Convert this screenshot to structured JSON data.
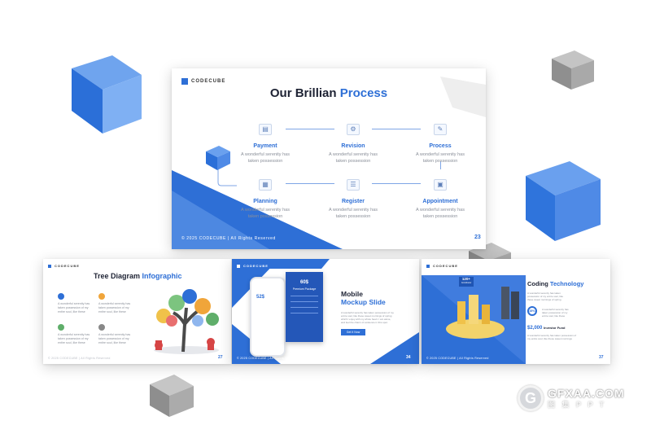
{
  "main_slide": {
    "brand": "CODECUBE",
    "title_plain": "Our Brillian ",
    "title_accent": "Process",
    "steps": [
      {
        "name": "Payment",
        "desc1": "A wonderful serenity has",
        "desc2": "taken possession"
      },
      {
        "name": "Revision",
        "desc1": "A wonderful serenity has",
        "desc2": "taken possession"
      },
      {
        "name": "Process",
        "desc1": "A wonderful serenity has",
        "desc2": "taken possession"
      },
      {
        "name": "Planning",
        "desc1": "A wonderful serenity has",
        "desc2": "taken possession"
      },
      {
        "name": "Register",
        "desc1": "A wonderful serenity has",
        "desc2": "taken possession"
      },
      {
        "name": "Appointment",
        "desc1": "A wonderful serenity has",
        "desc2": "taken possession"
      }
    ],
    "footer": "© 2025 CODECUBE | All Rights Reserved",
    "page_number": "23"
  },
  "tree_slide": {
    "brand": "CODECUBE",
    "title_plain": "Tree Diagram ",
    "title_accent": "Infographic",
    "blurbs": [
      {
        "l1": "A wonderful serenity has",
        "l2": "taken possession of my",
        "l3": "entire soul, like these"
      },
      {
        "l1": "A wonderful serenity has",
        "l2": "taken possession of my",
        "l3": "entire soul, like these"
      },
      {
        "l1": "A wonderful serenity has",
        "l2": "taken possession of my",
        "l3": "entire soul, like these"
      },
      {
        "l1": "A wonderful serenity has",
        "l2": "taken possession of my",
        "l3": "entire soul, like these"
      }
    ],
    "footer": "© 2025 CODECUBE | All Rights Reserved",
    "page_number": "27"
  },
  "mobile_slide": {
    "brand": "CODECUBE",
    "title_line1": "Mobile",
    "title_line2": "Mockup Slide",
    "price_a": "52$",
    "price_b": "60$",
    "package": "Premium Package",
    "body1": "A wonderful serenity has taken possession of my",
    "body2": "entire soul, like these sweet mornings of spring",
    "body3": "which I enjoy with my whole heart. I am alone,",
    "body4": "and feel the charm of existence in this spot.",
    "button": "Get It Now",
    "footer": "© 2025 CODECUBE | All Rights Reserved",
    "page_number": "34"
  },
  "coding_slide": {
    "brand": "CODECUBE",
    "title_plain": "Coding ",
    "title_accent": "Technology",
    "badge_value": "120+",
    "badge_label": "Contributor",
    "intro1": "A wonderful serenity has taken",
    "intro2": "possession of my entire soul, like",
    "intro3": "these sweet mornings of spring",
    "percent": "35%",
    "pct1": "A wonderful serenity has",
    "pct2": "taken possession of my",
    "pct3": "entire soul, like these",
    "fund_value": "$2,000",
    "fund_label": "Investor Fund",
    "fund1": "A wonderful serenity has taken possession of",
    "fund2": "my entire soul, like these sweet mornings",
    "footer": "© 2025 CODECUBE | All Rights Reserved",
    "page_number": "37"
  },
  "watermark": {
    "logo": "G",
    "site": "GFXAA.COM",
    "sub": "图 集 P P T"
  },
  "colors": {
    "accent": "#2e6fd6",
    "cube_blue": "#2f74dc",
    "cube_gray": "#9a9a9a"
  }
}
